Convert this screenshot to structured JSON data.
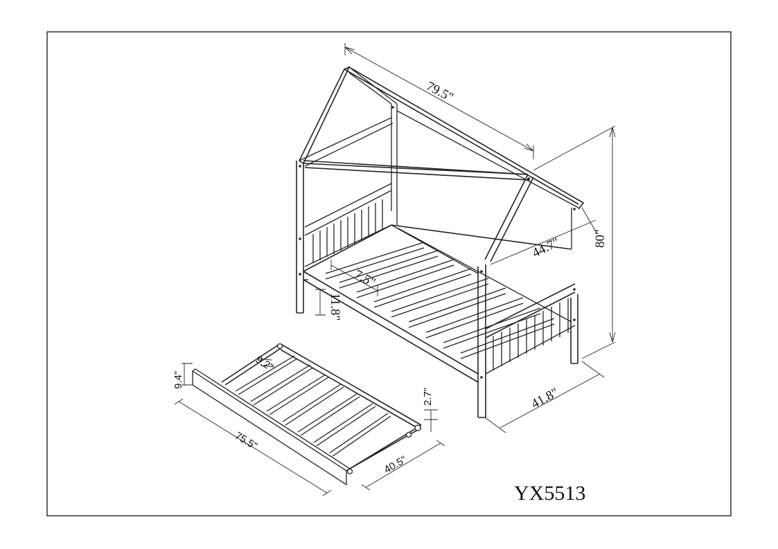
{
  "model_code": "YX5513",
  "dimensions": {
    "length": "79.5\"",
    "height": "80\"",
    "inner_width": "44.7\"",
    "outer_width": "41.8\"",
    "slat_gap": "7.5\"",
    "leg_height": "11.8\"",
    "trundle_length": "75.5\"",
    "trundle_width": "40.5\"",
    "trundle_height": "9.4\"",
    "trundle_clearance": "2.7\"",
    "trundle_slat_gap": "9.2\""
  }
}
